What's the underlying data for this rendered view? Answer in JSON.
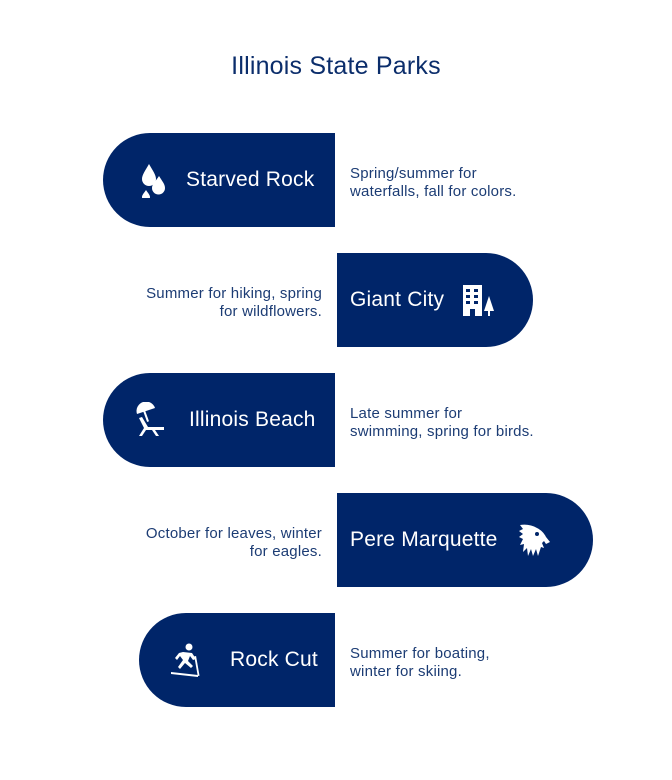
{
  "title": "Illinois State Parks",
  "colors": {
    "pill": "#002569",
    "text": "#0b2d6b"
  },
  "parks": [
    {
      "name": "Starved Rock",
      "icon": "water-drops-icon",
      "desc1": "Spring/summer for",
      "desc2": "waterfalls, fall for colors."
    },
    {
      "name": "Giant City",
      "icon": "building-tree-icon",
      "desc1": "Summer for hiking, spring",
      "desc2": "for wildflowers."
    },
    {
      "name": "Illinois Beach",
      "icon": "beach-chair-umbrella-icon",
      "desc1": "Late summer for",
      "desc2": "swimming, spring for birds."
    },
    {
      "name": "Pere Marquette",
      "icon": "eagle-icon",
      "desc1": "October for leaves, winter",
      "desc2": "for eagles."
    },
    {
      "name": "Rock Cut",
      "icon": "skier-icon",
      "desc1": "Summer for boating,",
      "desc2": "winter for skiing."
    }
  ]
}
